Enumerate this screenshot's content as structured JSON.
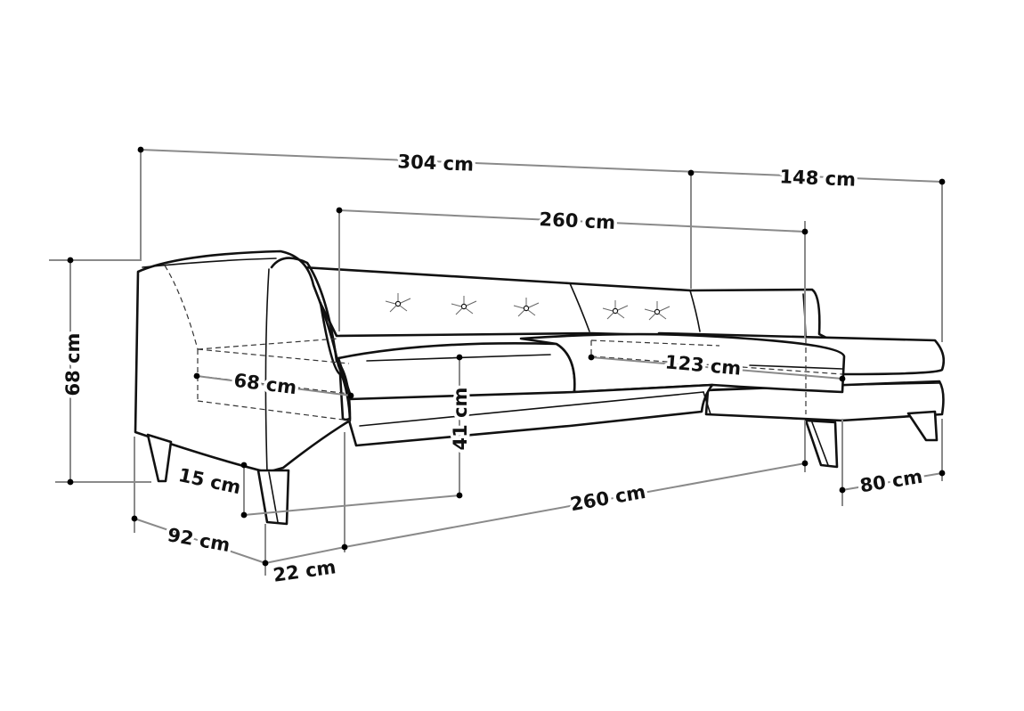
{
  "dimensions": {
    "total_width": "304 cm",
    "chaise_width": "148 cm",
    "back_width": "260 cm",
    "total_height": "68 cm",
    "arm_depth": "68 cm",
    "chaise_length": "123 cm",
    "seat_height": "41 cm",
    "leg_height": "15 cm",
    "front_width": "260 cm",
    "chaise_front_depth": "80 cm",
    "depth": "92 cm",
    "arm_width": "22 cm"
  }
}
